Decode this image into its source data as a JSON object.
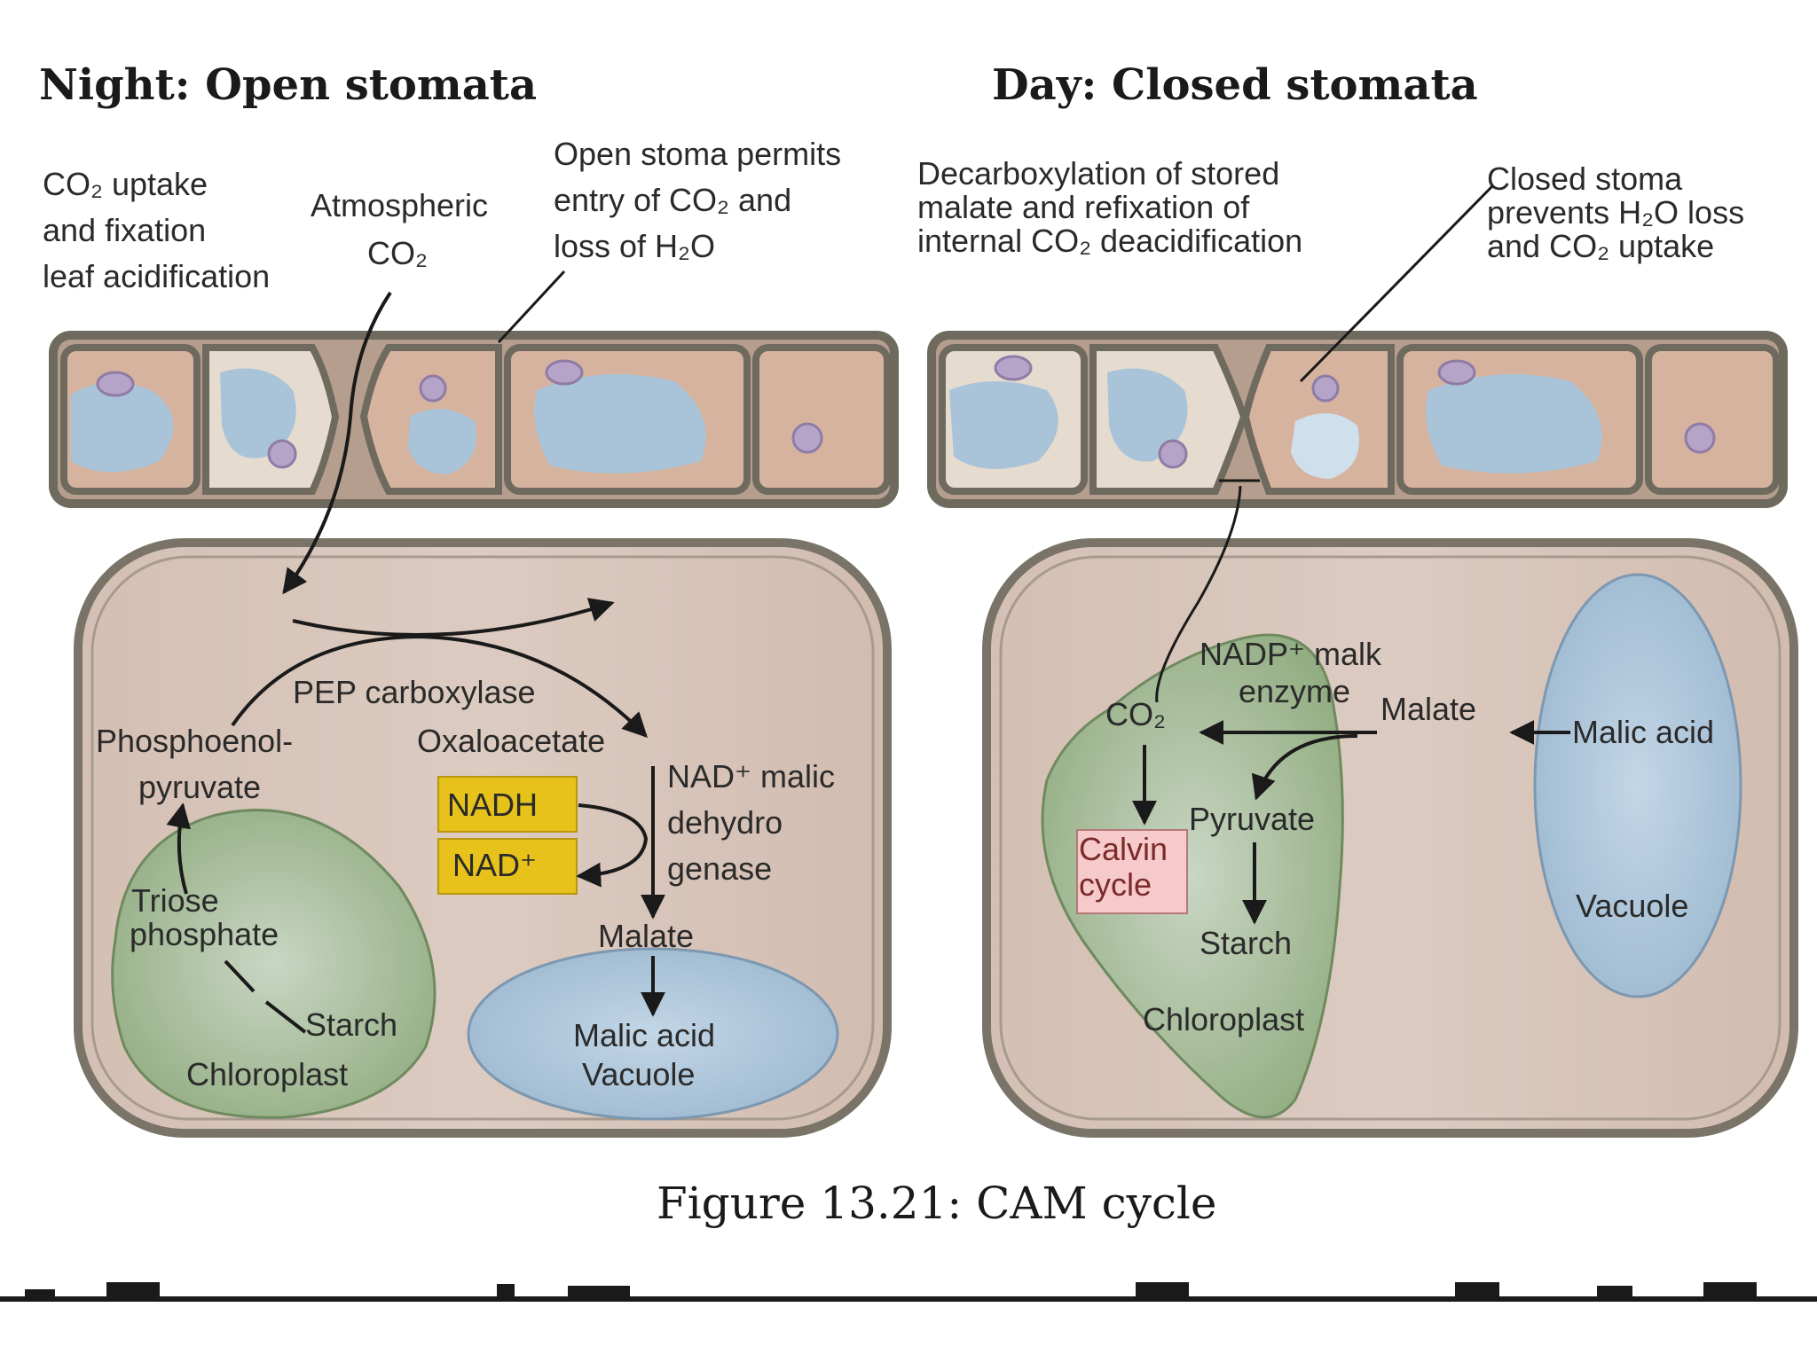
{
  "headings": {
    "night": "Night: Open stomata",
    "day": "Day: Closed stomata"
  },
  "night": {
    "co2_uptake": [
      "CO₂ uptake",
      "and fixation",
      "leaf acidification"
    ],
    "atmospheric": [
      "Atmospheric",
      "CO₂"
    ],
    "open_stoma": [
      "Open stoma permits",
      "entry of CO₂ and",
      "loss of H₂O"
    ],
    "pep_carboxylase": "PEP carboxylase",
    "phosphoenolpyruvate": [
      "Phosphoenol-",
      "pyruvate"
    ],
    "oxaloacetate": "Oxaloacetate",
    "nadh": "NADH",
    "nad_plus": "NAD⁺",
    "nad_malic": [
      "NAD⁺ malic",
      "dehydro",
      "genase"
    ],
    "malate": "Malate",
    "triose": [
      "Triose",
      "phosphate"
    ],
    "starch": "Starch",
    "chloroplast": "Chloroplast",
    "malic_acid": "Malic acid",
    "vacuole": "Vacuole"
  },
  "day": {
    "decarboxylation": [
      "Decarboxylation of stored",
      "malate and refixation of",
      "internal CO₂ deacidification"
    ],
    "closed_stoma": [
      "Closed stoma",
      "prevents H₂O loss",
      "and CO₂ uptake"
    ],
    "nadp_malic": [
      "NADP⁺ malk",
      "enzyme"
    ],
    "co2": "CO₂",
    "malate": "Malate",
    "malic_acid": "Malic acid",
    "pyruvate": "Pyruvate",
    "calvin": [
      "Calvin",
      "cycle"
    ],
    "starch": "Starch",
    "chloroplast": "Chloroplast",
    "vacuole": "Vacuole"
  },
  "caption": "Figure 13.21: CAM cycle",
  "colors": {
    "cell_fill": "#d8c4b8",
    "cell_stroke": "#6e6a5e",
    "epidermis_cell": "#d6b39e",
    "vacuole": "#a9c3d8",
    "chloroplast": "#9cb48c",
    "nadh_box": "#e6c21a",
    "calvin_box": "#f6caca",
    "nucleus": "#b6a4c8"
  }
}
